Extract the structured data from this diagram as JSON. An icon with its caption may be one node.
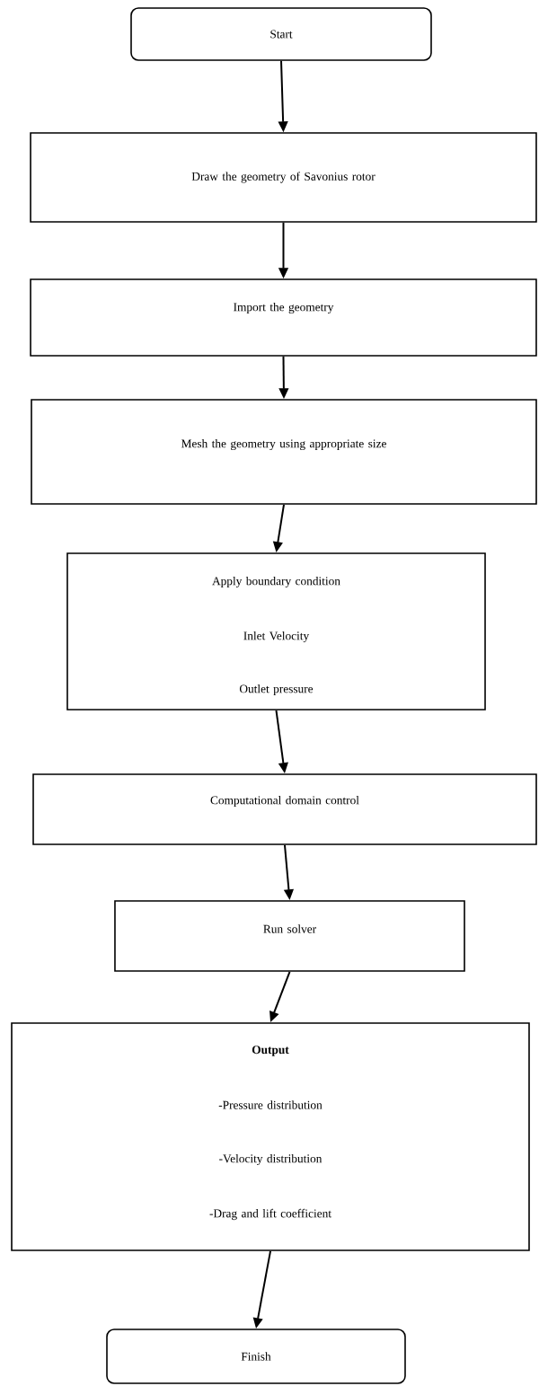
{
  "diagram": {
    "nodes": [
      {
        "text": [
          "Start"
        ]
      },
      {
        "text": [
          "Draw the geometry of Savonius rotor"
        ]
      },
      {
        "text": [
          "Import the geometry"
        ]
      },
      {
        "text": [
          "Mesh the geometry using appropriate size"
        ]
      },
      {
        "text": [
          "Apply boundary condition",
          "Inlet Velocity",
          "Outlet pressure"
        ]
      },
      {
        "text": [
          "Computational domain control"
        ]
      },
      {
        "text": [
          "Run solver"
        ]
      },
      {
        "text": [
          "Output",
          "-Pressure distribution",
          "-Velocity distribution",
          "-Drag and lift coefficient"
        ]
      },
      {
        "text": [
          "Finish"
        ]
      }
    ],
    "edges": [
      {
        "from": 0,
        "to": 1,
        "arrow": "to"
      },
      {
        "from": 1,
        "to": 2,
        "arrow": "to"
      },
      {
        "from": 2,
        "to": 3,
        "arrow": "to"
      },
      {
        "from": 3,
        "to": 4,
        "arrow": "to"
      },
      {
        "from": 4,
        "to": 5,
        "arrow": "to"
      },
      {
        "from": 5,
        "to": 6,
        "arrow": "to"
      },
      {
        "from": 6,
        "to": 7,
        "arrow": "to"
      },
      {
        "from": 7,
        "to": 8,
        "arrow": "to"
      }
    ]
  }
}
